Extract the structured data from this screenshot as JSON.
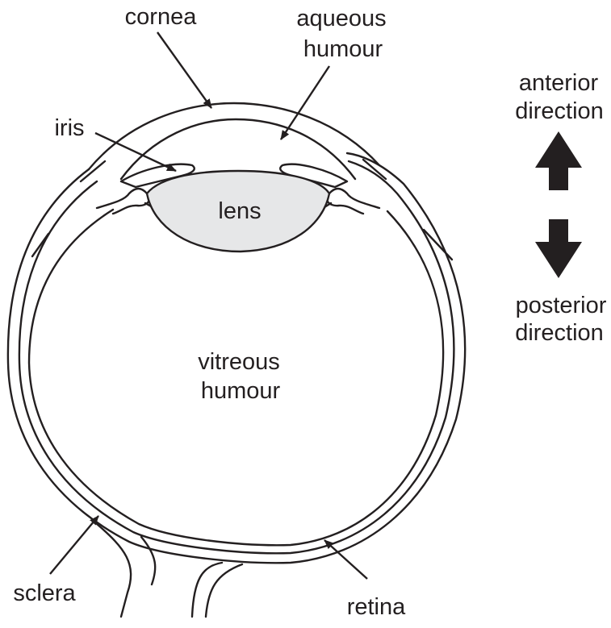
{
  "labels": {
    "cornea": "cornea",
    "aqueous_line1": "aqueous",
    "aqueous_line2": "humour",
    "iris": "iris",
    "lens": "lens",
    "vitreous_line1": "vitreous",
    "vitreous_line2": "humour",
    "sclera": "sclera",
    "retina": "retina",
    "anterior_line1": "anterior",
    "anterior_line2": "direction",
    "posterior_line1": "posterior",
    "posterior_line2": "direction"
  },
  "colors": {
    "ink": "#231f20",
    "lens_fill": "#e6e7e8",
    "background": "#ffffff"
  }
}
